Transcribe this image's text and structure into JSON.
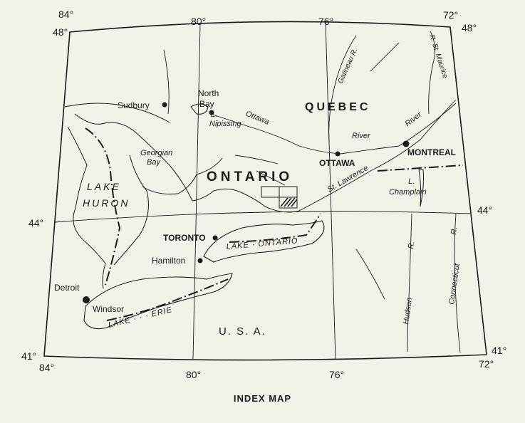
{
  "map": {
    "caption": "INDEX MAP",
    "lon_labels_top": [
      "84°",
      "80°",
      "76°",
      "72°"
    ],
    "lon_labels_bottom": [
      "84°",
      "80°",
      "76°",
      "72°"
    ],
    "lat_labels_left": [
      "48°",
      "44°",
      "41°"
    ],
    "lat_labels_right": [
      "48°",
      "44°",
      "41°"
    ],
    "regions": {
      "ontario": "ONTARIO",
      "quebec": "QUEBEC",
      "usa": "U.   S.   A."
    },
    "cities": {
      "sudbury": "Sudbury",
      "north_bay": "North Bay",
      "ottawa": "OTTAWA",
      "montreal": "MONTREAL",
      "toronto": "TORONTO",
      "hamilton": "Hamilton",
      "detroit": "Detroit",
      "windsor": "Windsor"
    },
    "water": {
      "lake_huron_1": "LAKE",
      "lake_huron_2": "HURON",
      "georgian_bay_1": "Georgian",
      "georgian_bay_2": "Bay",
      "lake_nipissing_1": "L.",
      "lake_nipissing_2": "Nipissing",
      "lake_ontario": "LAKE · ONTARIO",
      "lake_erie": "LAKE · · · ERIE",
      "lake_champlain_1": "L.",
      "lake_champlain_2": "Champlain"
    },
    "rivers": {
      "ottawa_river_1": "Ottawa",
      "ottawa_river_2": "River",
      "st_lawrence_1": "St. Lawrence",
      "st_lawrence_2": "River",
      "gatineau": "Gatineau R.",
      "st_maurice": "R.  St. Maurice",
      "hudson": "Hudson",
      "hudson_r": "R.",
      "connecticut": "Connecticut",
      "connecticut_r": "R."
    },
    "colors": {
      "ink": "#1a1a1a",
      "paper": "#f4f1e8"
    }
  }
}
